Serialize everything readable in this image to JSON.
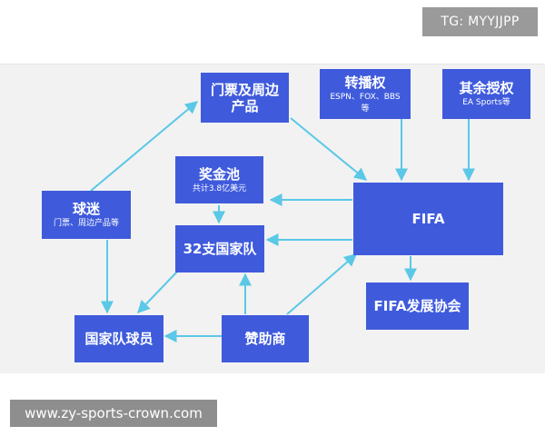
{
  "watermark_tag": "TG: MYYJJPP",
  "watermark_url": "www.zy-sports-crown.com",
  "colors": {
    "node": "#3f5bdc",
    "arrow": "#5ac8e6"
  },
  "nodes": {
    "tickets": {
      "title": "门票及周边",
      "title2": "产品"
    },
    "broadcast": {
      "title": "转播权",
      "sub": "ESPN、FOX、BBS",
      "sub2": "等"
    },
    "other_rights": {
      "title": "其余授权",
      "sub": "EA Sports等"
    },
    "prize_pool": {
      "title": "奖金池",
      "sub": "共计3.8亿美元"
    },
    "fans": {
      "title": "球迷",
      "sub": "门票、周边产品等"
    },
    "fifa": {
      "title": "FIFA"
    },
    "teams": {
      "title": "32支国家队"
    },
    "dev_assoc": {
      "title": "FIFA发展协会"
    },
    "players": {
      "title": "国家队球员"
    },
    "sponsors": {
      "title": "赞助商"
    }
  }
}
